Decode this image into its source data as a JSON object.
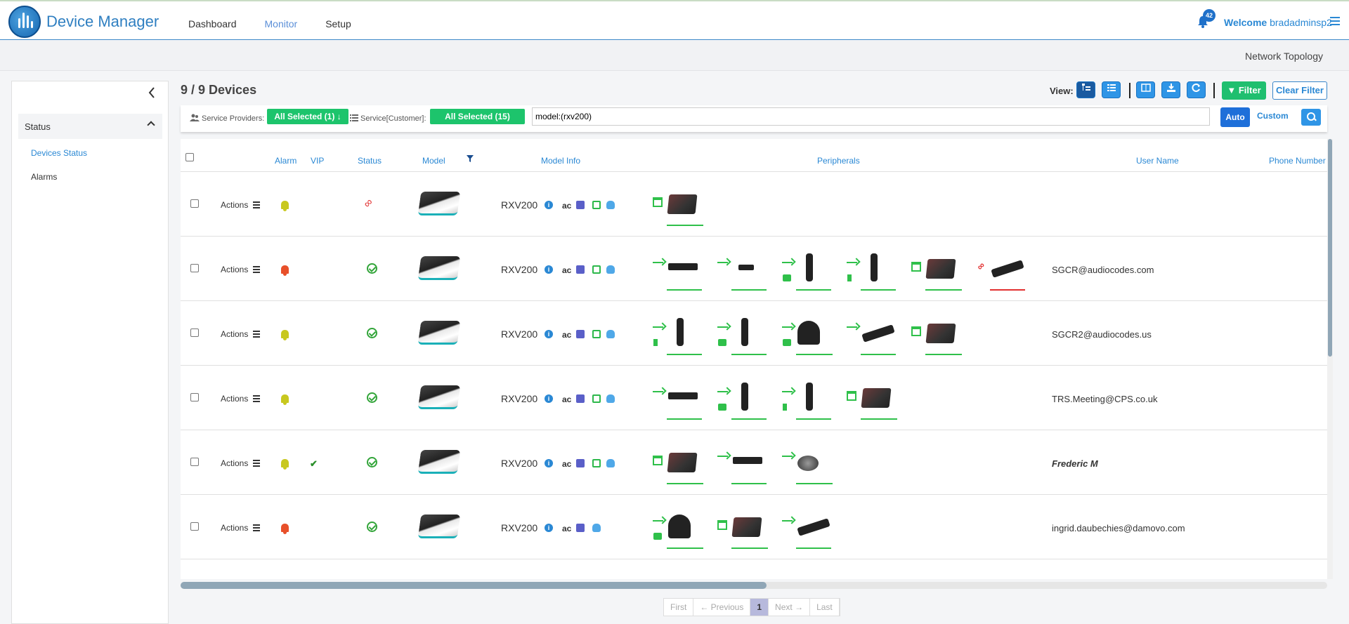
{
  "app": {
    "title": "Device Manager"
  },
  "nav": [
    {
      "label": "Dashboard"
    },
    {
      "label": "Monitor"
    },
    {
      "label": "Setup"
    }
  ],
  "notifications": {
    "count": "42"
  },
  "user": {
    "welcome": "Welcome",
    "name": "bradadminsp2"
  },
  "subbar": {
    "network_topology": "Network Topology"
  },
  "sidebar": {
    "section": "Status",
    "items": [
      {
        "label": "Devices Status"
      },
      {
        "label": "Alarms"
      }
    ]
  },
  "main": {
    "title": "9 / 9 Devices"
  },
  "toolbar": {
    "view_label": "View:",
    "filter_label": "Filter",
    "clear_filter_label": "Clear Filter"
  },
  "filterbar": {
    "providers_label": "Service Providers:",
    "providers_value": "All Selected (1)",
    "customer_label": "Service[Customer]:",
    "customer_value": "All Selected (15)",
    "query": "model:(rxv200)",
    "auto_label": "Auto",
    "custom_label": "Custom"
  },
  "table": {
    "headers": {
      "alarm": "Alarm",
      "vip": "VIP",
      "status": "Status",
      "model": "Model",
      "model_info": "Model Info",
      "peripherals": "Peripherals",
      "user_name": "User Name",
      "phone_number": "Phone Number"
    },
    "actions_label": "Actions",
    "rows": [
      {
        "alarm": "yellow",
        "vip": false,
        "status": "disconnected",
        "model": "RXV200",
        "user": "",
        "peripherals": [
          {
            "conn": "net",
            "device": "tablet"
          }
        ]
      },
      {
        "alarm": "red",
        "vip": false,
        "status": "ok",
        "model": "RXV200",
        "user": "SGCR@audiocodes.com",
        "peripherals": [
          {
            "conn": "usb",
            "device": "bar"
          },
          {
            "conn": "usb",
            "device": "bar-small"
          },
          {
            "conn": "usb",
            "sub": "cam",
            "device": "tall"
          },
          {
            "conn": "usb",
            "sub": "spk",
            "device": "tall"
          },
          {
            "conn": "net",
            "device": "tablet"
          },
          {
            "conn": "broken",
            "device": "long",
            "line": "red"
          }
        ]
      },
      {
        "alarm": "yellow",
        "vip": false,
        "status": "ok",
        "model": "RXV200",
        "user": "SGCR2@audiocodes.us",
        "peripherals": [
          {
            "conn": "usb",
            "sub": "spk",
            "device": "tall"
          },
          {
            "conn": "usb",
            "sub": "cam",
            "device": "tall"
          },
          {
            "conn": "usb",
            "sub": "cam",
            "device": "ptz"
          },
          {
            "conn": "usb",
            "device": "long"
          },
          {
            "conn": "net",
            "device": "tablet"
          }
        ]
      },
      {
        "alarm": "yellow",
        "vip": false,
        "status": "ok",
        "model": "RXV200",
        "user": "TRS.Meeting@CPS.co.uk",
        "peripherals": [
          {
            "conn": "usb",
            "device": "bar"
          },
          {
            "conn": "usb",
            "sub": "cam",
            "device": "tall"
          },
          {
            "conn": "usb",
            "sub": "spk",
            "device": "tall"
          },
          {
            "conn": "net",
            "device": "tablet"
          }
        ]
      },
      {
        "alarm": "yellow",
        "vip": true,
        "status": "ok",
        "model": "RXV200",
        "user": "Frederic M",
        "user_style": "italic",
        "peripherals": [
          {
            "conn": "net",
            "device": "tablet"
          },
          {
            "conn": "usb",
            "device": "bar"
          },
          {
            "conn": "usb",
            "device": "puck"
          }
        ]
      },
      {
        "alarm": "red",
        "vip": false,
        "status": "ok",
        "model": "RXV200",
        "user": "ingrid.daubechies@damovo.com",
        "peripherals": [
          {
            "conn": "usb",
            "sub": "cam",
            "device": "ptz"
          },
          {
            "conn": "net",
            "device": "tablet"
          },
          {
            "conn": "usb",
            "device": "long"
          }
        ]
      }
    ]
  },
  "pagination": {
    "first": "First",
    "previous": "Previous",
    "current": "1",
    "next": "Next",
    "last": "Last"
  }
}
